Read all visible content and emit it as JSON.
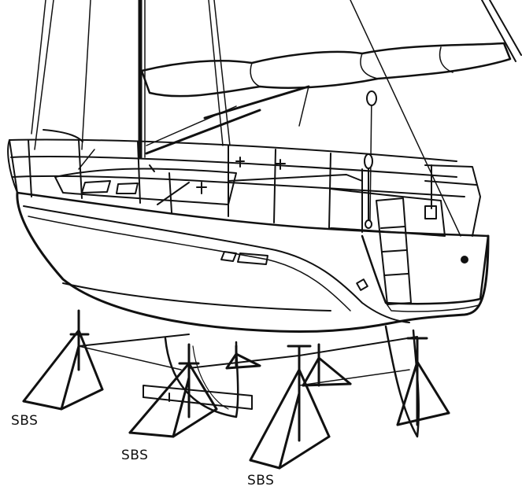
{
  "labels": {
    "stand_1": "SBS",
    "stand_2": "SBS",
    "stand_3": "SBS"
  },
  "colors": {
    "ink": "#111111",
    "background": "#ffffff"
  }
}
